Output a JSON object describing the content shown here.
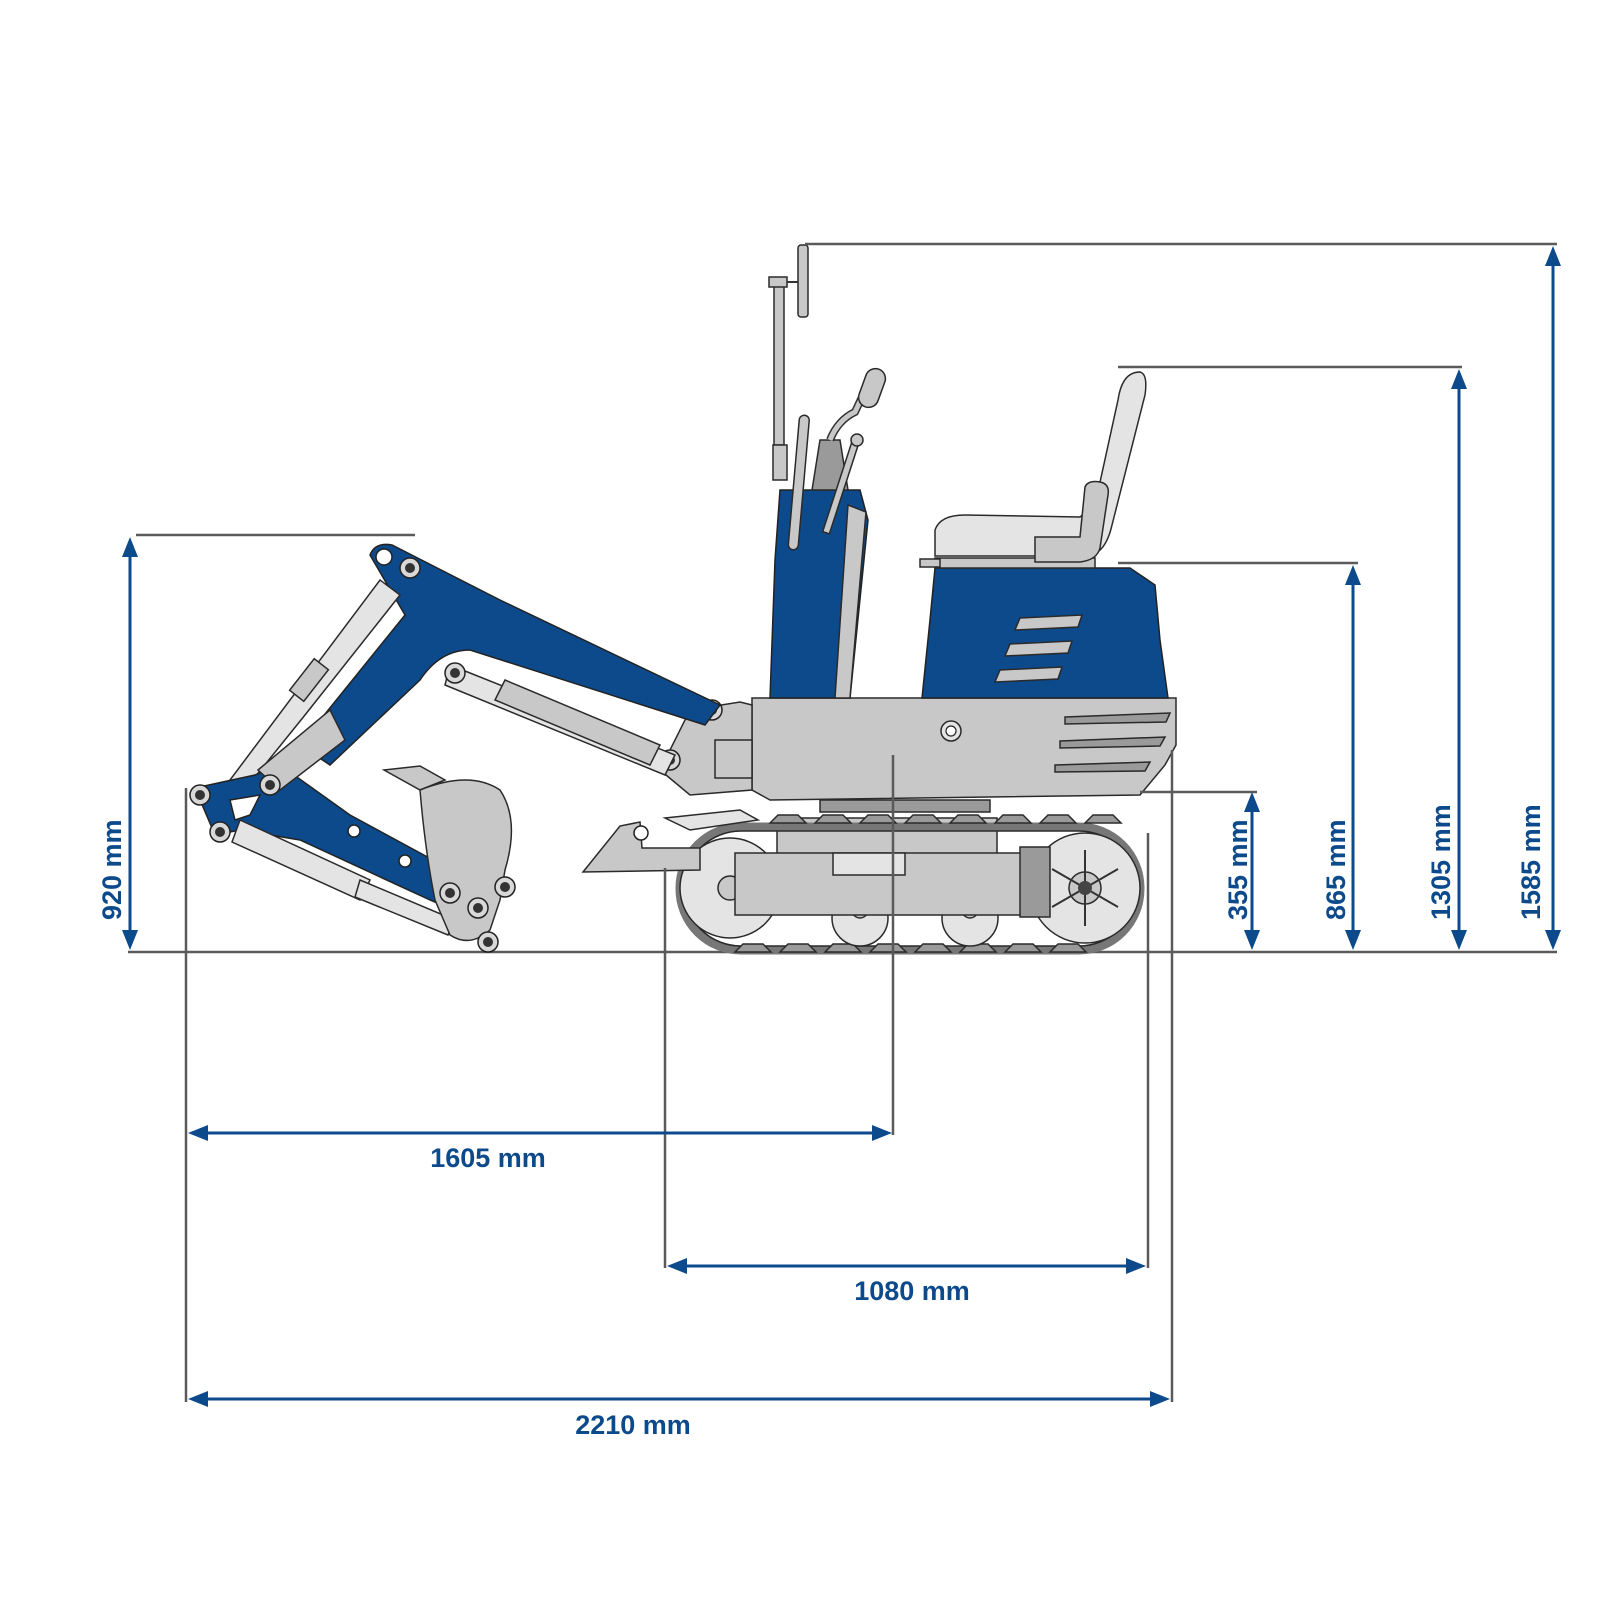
{
  "diagram": {
    "subject": "Mini excavator side view with dimensions",
    "unit": "mm",
    "colors": {
      "machine_blue": "#0d4a8b",
      "dimension_blue": "#0d4a8b",
      "machine_grey": "#c8c8c8",
      "extension_line": "#5a5a5a"
    },
    "dimensions": {
      "bucket_height": {
        "label": "920 mm",
        "value": 920,
        "orientation": "vertical"
      },
      "ground_clearance_upper": {
        "label": "355 mm",
        "value": 355,
        "orientation": "vertical"
      },
      "hood_height": {
        "label": "865 mm",
        "value": 865,
        "orientation": "vertical"
      },
      "seat_height": {
        "label": "1305 mm",
        "value": 1305,
        "orientation": "vertical"
      },
      "overall_height": {
        "label": "1585 mm",
        "value": 1585,
        "orientation": "vertical"
      },
      "reach_to_center": {
        "label": "1605 mm",
        "value": 1605,
        "orientation": "horizontal"
      },
      "track_length": {
        "label": "1080 mm",
        "value": 1080,
        "orientation": "horizontal"
      },
      "overall_length": {
        "label": "2210 mm",
        "value": 2210,
        "orientation": "horizontal"
      }
    },
    "components": [
      "boom",
      "arm",
      "bucket",
      "dozer-blade",
      "track",
      "undercarriage",
      "upper-frame",
      "control-tower",
      "joystick",
      "mirror",
      "seat",
      "engine-hood"
    ]
  }
}
